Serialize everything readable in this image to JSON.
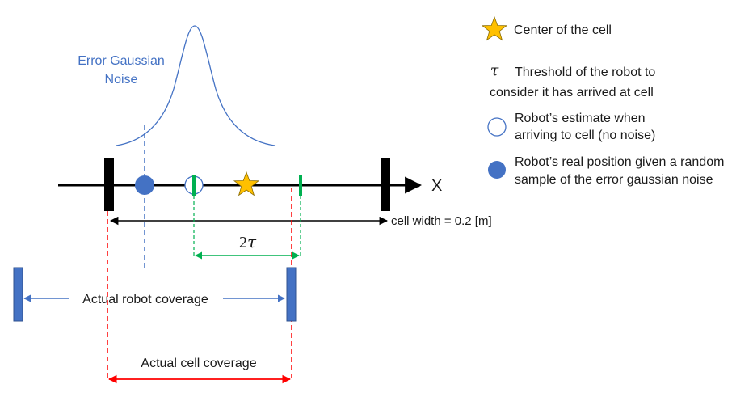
{
  "noise_label": {
    "line1": "Error Gaussian",
    "line2": "Noise"
  },
  "axis_label": "X",
  "cell_width_label": "cell width = 0.2 [m]",
  "two_tau": {
    "coefficient": "2",
    "symbol": "τ"
  },
  "robot_coverage_label": "Actual robot coverage",
  "cell_coverage_label": "Actual cell coverage",
  "legend": {
    "center": {
      "text": "Center of the cell"
    },
    "tau": {
      "symbol": "τ",
      "line1": "Threshold of the robot to",
      "line2": "consider it has arrived at cell"
    },
    "estimate": {
      "line1": "Robot’s estimate when",
      "line2": "arriving to cell (no noise)"
    },
    "real": {
      "line1": "Robot’s real position given a random",
      "line2": "sample of the error gaussian noise"
    }
  },
  "colors": {
    "axis": "#000000",
    "blue": "#4472c4",
    "green": "#00b050",
    "red": "#ff0000",
    "star": "#ffc000",
    "text": "#1a1a1a"
  },
  "icons": {
    "center": "star-icon",
    "estimate": "hollow-circle-icon",
    "real": "filled-circle-icon"
  }
}
